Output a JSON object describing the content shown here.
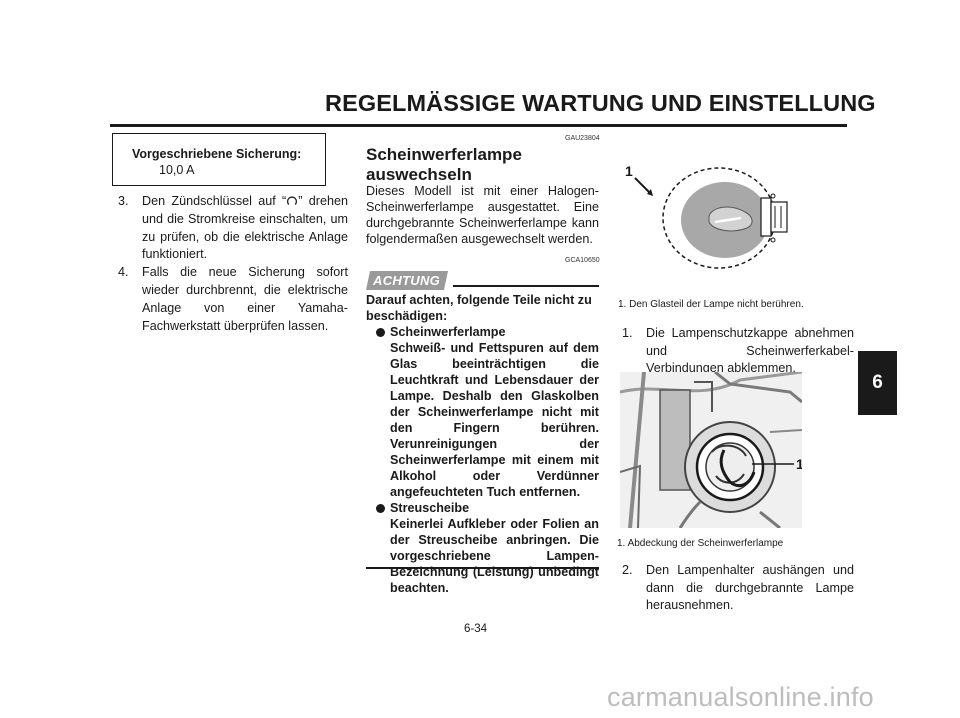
{
  "header": {
    "title": "REGELMÄSSIGE WARTUNG UND EINSTELLUNG",
    "chapter_tab": "6"
  },
  "column1": {
    "fuse_box": {
      "label": "Vorgeschriebene Sicherung:",
      "value": "10,0 A"
    },
    "steps": [
      {
        "num": "3.",
        "text_before_icon": "Den Zündschlüssel auf “",
        "icon": "key-switch-on-icon",
        "text_after_icon": "” drehen und die Stromkreise einschalten, um zu prüfen, ob die elektrische Anlage funktioniert."
      },
      {
        "num": "4.",
        "text": "Falls die neue Sicherung sofort wieder durchbrennt, die elektrische Anlage von einer Yamaha-Fachwerkstatt überprüfen lassen."
      }
    ]
  },
  "column2": {
    "section_code": "GAU23804",
    "section_title": "Scheinwerferlampe auswechseln",
    "intro": "Dieses Modell ist mit einer Halogen-Scheinwerferlampe ausgestattet. Eine durchgebrannte Scheinwerferlampe kann folgendermaßen ausgewechselt werden.",
    "caution_code": "GCA10650",
    "caution_badge": "ACHTUNG",
    "caution_intro": "Darauf achten, folgende Teile nicht zu beschädigen:",
    "caution_items": [
      {
        "title": "Scheinwerferlampe",
        "text": "Schweiß- und Fettspuren auf dem Glas beeinträchtigen die Leuchtkraft und Lebensdauer der Lampe. Deshalb den Glaskolben der Scheinwerferlampe nicht mit den Fingern berühren. Verunreinigungen der Scheinwerferlampe mit einem mit Alkohol oder Verdünner angefeuchteten Tuch entfernen."
      },
      {
        "title": "Streuscheibe",
        "text": "Keinerlei Aufkleber oder Folien an der Streuscheibe anbringen. Die vorgeschriebene Lampen-Bezeichnung (Leistung) unbedingt beachten."
      }
    ]
  },
  "column3": {
    "figure1": {
      "callout": "1",
      "caption": "1. Den Glasteil der Lampe nicht berühren."
    },
    "step1": {
      "num": "1.",
      "text": "Die Lampenschutzkappe abnehmen und Scheinwerferkabel-Verbindungen abklemmen."
    },
    "figure2": {
      "callout": "1",
      "caption": "1. Abdeckung der Scheinwerferlampe"
    },
    "step2": {
      "num": "2.",
      "text": "Den Lampenhalter aushängen und dann die durchgebrannte Lampe herausnehmen."
    }
  },
  "page_number": "6-34",
  "watermark": "carmanualsonline.info"
}
